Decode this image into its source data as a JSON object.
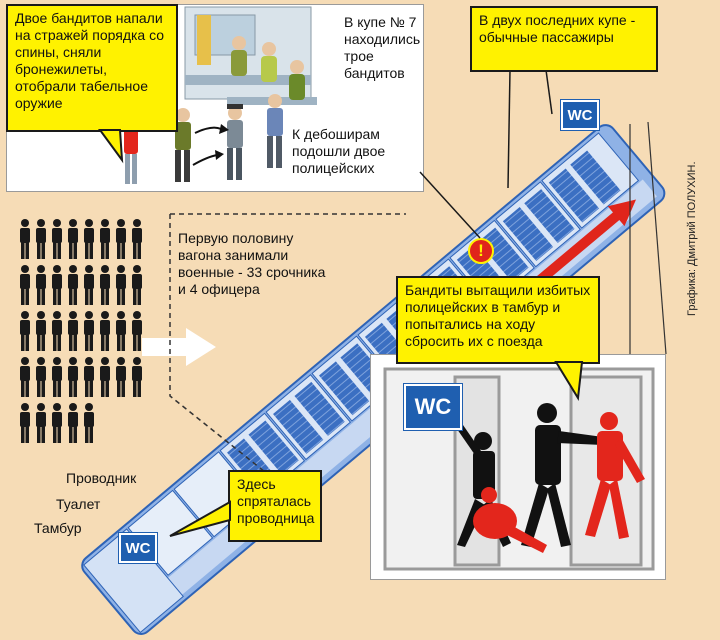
{
  "callouts": {
    "bandits_attack": "Двое бандитов напали на стражей порядка со спины, сняли бронежилеты, отобрали табельное оружие",
    "last_compartments": "В двух последних купе - обычные пассажиры",
    "dragged": "Бандиты вытащили избитых полицейских в тамбур и попытались на ходу сбросить их с поезда",
    "conductor_hid": "Здесь спряталась проводница"
  },
  "labels": {
    "compartment7": "В купе № 7 находились трое бандитов",
    "police_approached": "К дебоширам подошли двое полицейских",
    "military": "Первую половину вагона занимали военные - 33 срочника и 4 офицера",
    "conductor": "Проводник",
    "toilet": "Туалет",
    "vestibule": "Тамбур"
  },
  "wc_label": "WC",
  "warning_symbol": "!",
  "credit": "Графика: Дмитрий ПОЛУХИН.",
  "soldiers": {
    "count": 37,
    "columns": 8
  },
  "colors": {
    "background": "#f6dcb6",
    "callout": "#fff200",
    "train_blue": "#2e63b6",
    "arrow_red": "#e0251b",
    "bandit": "#111111",
    "police": "#e3261c"
  }
}
